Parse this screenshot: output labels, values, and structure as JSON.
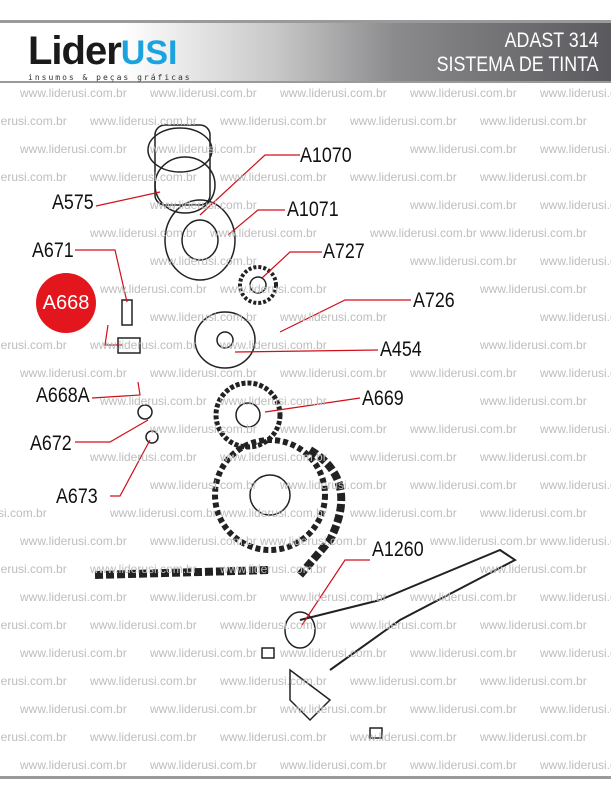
{
  "header": {
    "logo_main": "Lider",
    "logo_accent": "USI",
    "logo_tagline": "insumos & peças gráficas",
    "title_line1": "ADAST 314",
    "title_line2": "SISTEMA DE TINTA"
  },
  "watermark": "www.liderusi.com.br",
  "colors": {
    "accent": "#1ba3e0",
    "highlight": "#e3161e",
    "leader": "#d0101a"
  },
  "parts": {
    "a1070": "A1070",
    "a575": "A575",
    "a1071": "A1071",
    "a671": "A671",
    "a727": "A727",
    "a668": "A668",
    "a726": "A726",
    "a454": "A454",
    "a668a": "A668A",
    "a669": "A669",
    "a672": "A672",
    "a673": "A673",
    "a1260": "A1260"
  }
}
